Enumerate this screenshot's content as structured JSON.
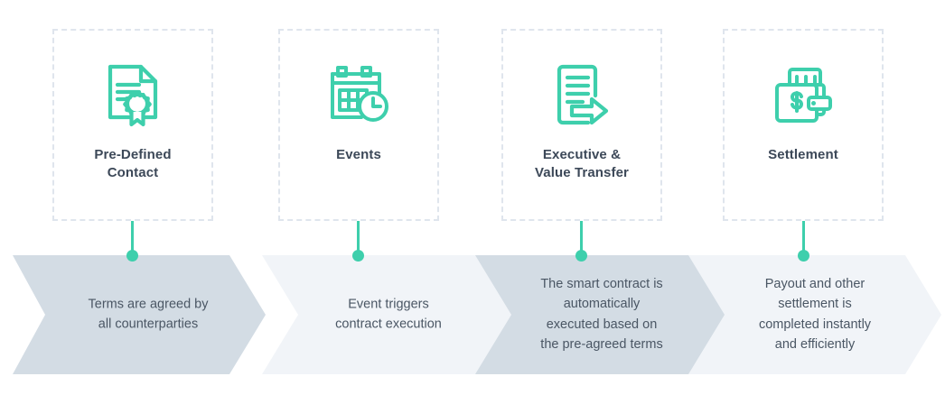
{
  "theme": {
    "accent_green": "#3ecfac",
    "title_color": "#3c4858",
    "body_color": "#4a5664",
    "chevron_dark": "#d3dce4",
    "chevron_light": "#f1f4f8",
    "dashed_border": "#dfe5ed"
  },
  "steps": [
    {
      "icon": "certificate-document-icon",
      "title": "Pre-Defined\nContact",
      "description": "Terms are agreed by\nall counterparties",
      "chevron_shade": "dark"
    },
    {
      "icon": "calendar-clock-icon",
      "title": "Events",
      "description": "Event triggers\ncontract execution",
      "chevron_shade": "light"
    },
    {
      "icon": "document-arrow-icon",
      "title": "Executive &\nValue Transfer",
      "description": "The smart contract is\nautomatically\nexecuted based on\nthe pre-agreed terms",
      "chevron_shade": "dark"
    },
    {
      "icon": "wallet-dollar-icon",
      "title": "Settlement",
      "description": "Payout and other\nsettlement is\ncompleted instantly\nand efficiently",
      "chevron_shade": "light"
    }
  ]
}
